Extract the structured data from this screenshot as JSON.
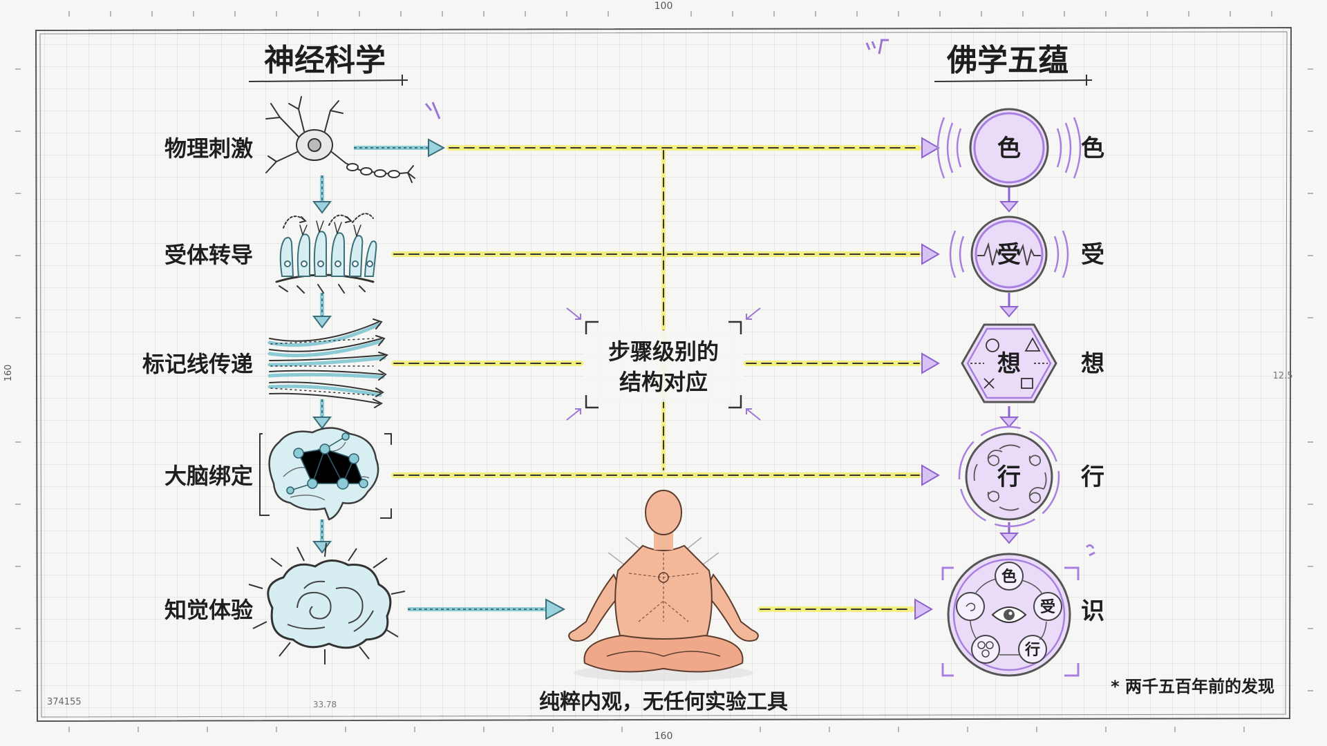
{
  "canvas": {
    "background": "#f6f6f4",
    "grid_color": "#d9dbde",
    "ruler_top": "100",
    "ruler_bottom": "160",
    "ruler_left": "160",
    "ruler_right": "12.5",
    "corner_left_code": "374155",
    "corner_bottom_code": "33.78"
  },
  "colors": {
    "purple": "#a87fe0",
    "purple_fill": "#eadcf8",
    "teal": "#8ccbd6",
    "yellow": "#f2ef7e",
    "skin": "#f3b79a",
    "ink": "#2a2a2a"
  },
  "left": {
    "heading": "神经科学",
    "steps": [
      {
        "label": "物理刺激",
        "icon": "neuron-icon"
      },
      {
        "label": "受体转导",
        "icon": "receptor-cells-icon"
      },
      {
        "label": "标记线传递",
        "icon": "nerve-fibers-icon"
      },
      {
        "label": "大脑绑定",
        "icon": "brain-network-icon"
      },
      {
        "label": "知觉体验",
        "icon": "perception-cloud-icon"
      }
    ]
  },
  "right": {
    "heading": "佛学五蕴",
    "skandhas": [
      {
        "symbol": "色",
        "label": "色"
      },
      {
        "symbol": "受",
        "label": "受"
      },
      {
        "symbol": "想",
        "label": "想"
      },
      {
        "symbol": "行",
        "label": "行"
      },
      {
        "symbol": "识",
        "label": "识"
      }
    ],
    "consciousness_orbit": [
      "色",
      "受",
      "行"
    ]
  },
  "center": {
    "box_line1": "步骤级别的",
    "box_line2": "结构对应",
    "meditator_caption": "纯粹内观，无任何实验工具"
  },
  "footnote": "* 两千五百年前的发现"
}
